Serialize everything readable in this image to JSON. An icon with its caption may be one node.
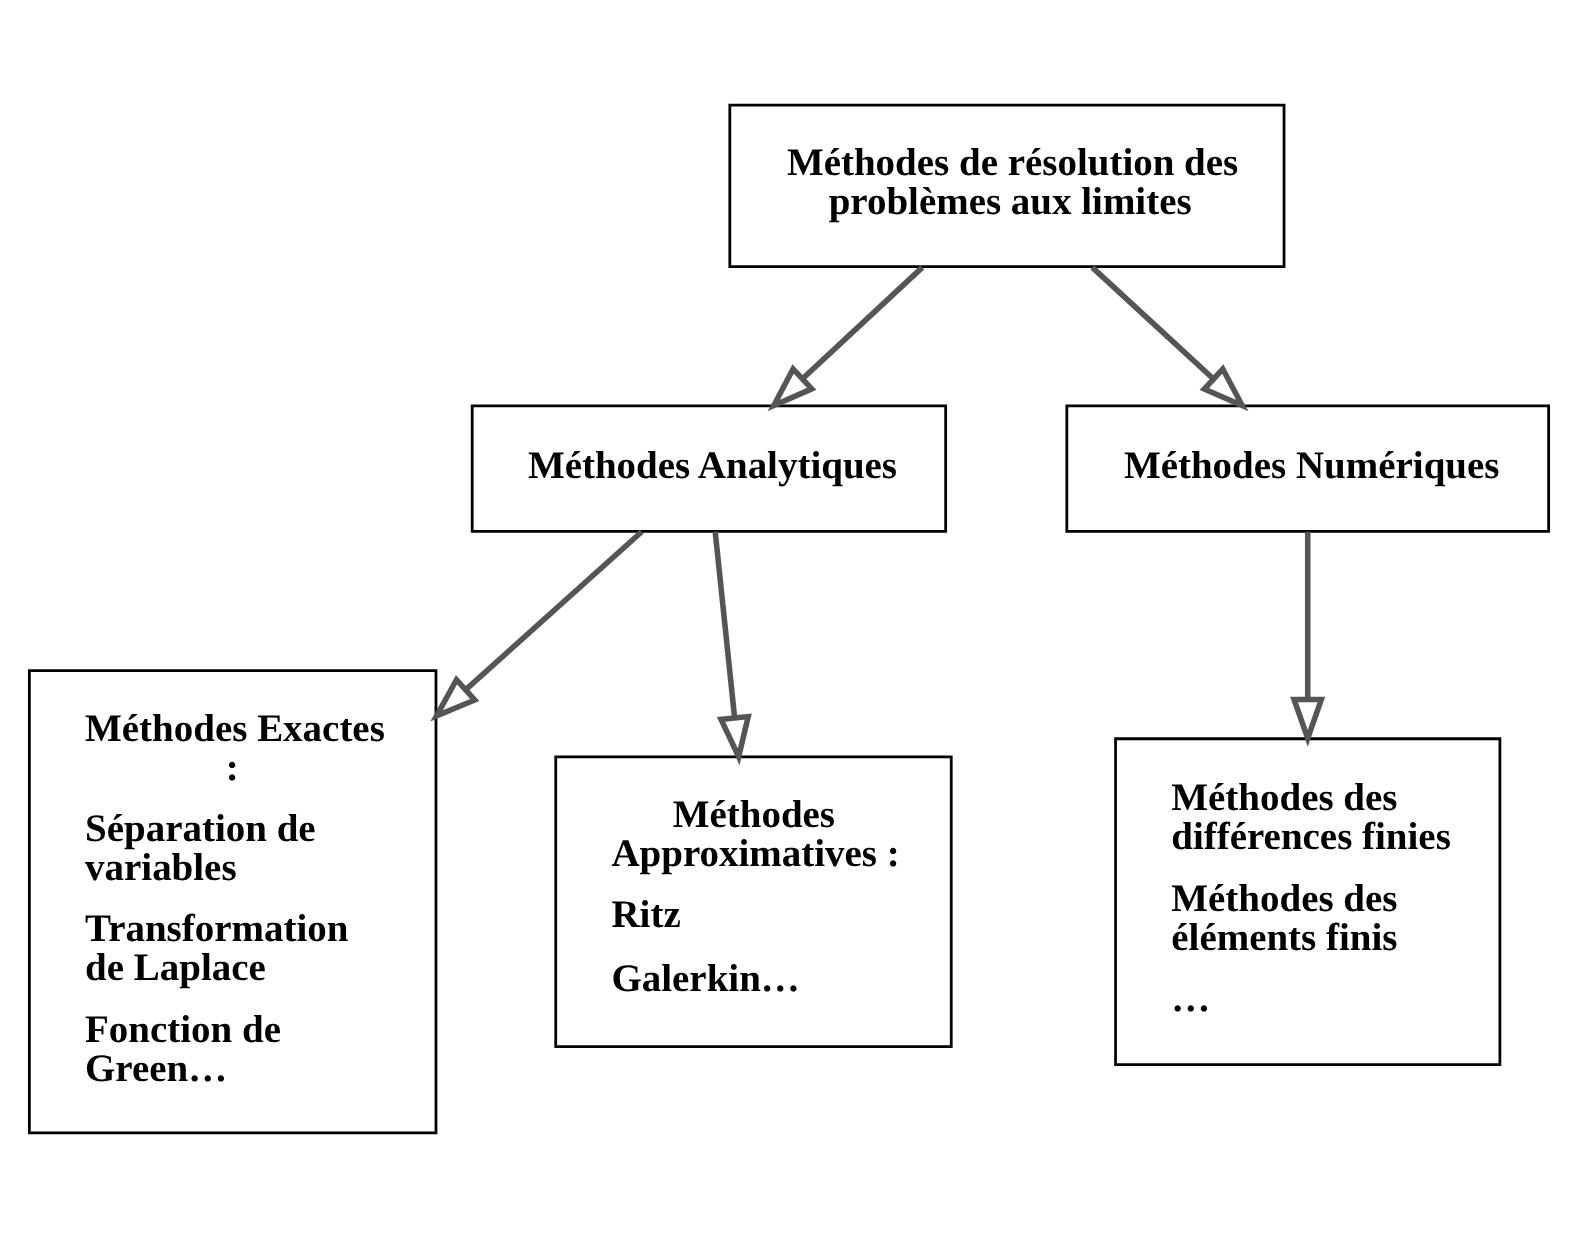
{
  "diagram": {
    "nodes": [
      {
        "text": [
          "Méthodes de résolution des problèmes aux limites"
        ]
      },
      {
        "text": [
          "Méthodes Analytiques"
        ]
      },
      {
        "text": [
          "Méthodes Numériques"
        ]
      },
      {
        "text": [
          "Méthodes Exactes :",
          "Séparation de variables",
          "Transformation de Laplace",
          "Fonction de Green…"
        ]
      },
      {
        "text": [
          "Méthodes Approximatives :",
          "Ritz",
          "Galerkin…"
        ]
      },
      {
        "text": [
          "Méthodes des différences finies",
          "Méthodes des éléments finis",
          "…"
        ]
      }
    ],
    "edges": [
      {
        "from": 0,
        "to": 1,
        "arrow": "to"
      },
      {
        "from": 0,
        "to": 2,
        "arrow": "to"
      },
      {
        "from": 1,
        "to": 3,
        "arrow": "to"
      },
      {
        "from": 1,
        "to": 4,
        "arrow": "to"
      },
      {
        "from": 2,
        "to": 5,
        "arrow": "to"
      }
    ]
  }
}
